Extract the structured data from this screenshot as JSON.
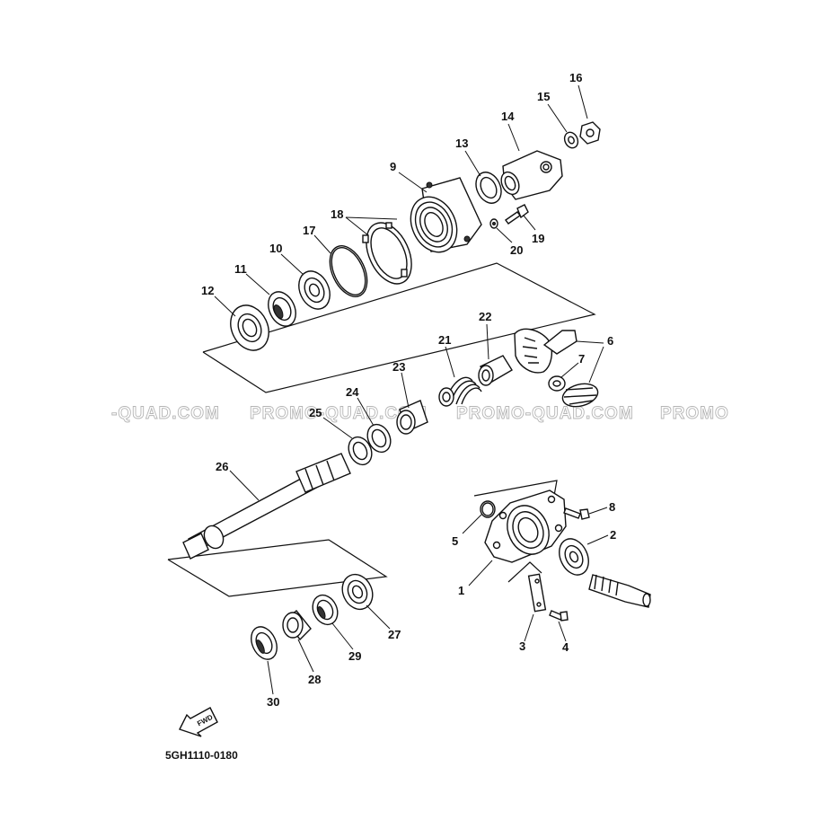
{
  "diagram": {
    "part_code": "5GH1110-0180",
    "fwd_label": "FWD",
    "watermarks": [
      "-QUAD.COM",
      "PROMO-QUAD.COM",
      "PROMO-QUAD.COM",
      "PROMO"
    ],
    "callouts": {
      "p1": "1",
      "p2": "2",
      "p3": "3",
      "p4": "4",
      "p5": "5",
      "p6": "6",
      "p7": "7",
      "p8": "8",
      "p9": "9",
      "p10": "10",
      "p11": "11",
      "p12": "12",
      "p13": "13",
      "p14": "14",
      "p15": "15",
      "p16": "16",
      "p17": "17",
      "p18": "18",
      "p19": "19",
      "p20": "20",
      "p21": "21",
      "p22": "22",
      "p23": "23",
      "p24": "24",
      "p25": "25",
      "p26": "26",
      "p27": "27",
      "p28": "28",
      "p29": "29",
      "p30": "30"
    }
  }
}
